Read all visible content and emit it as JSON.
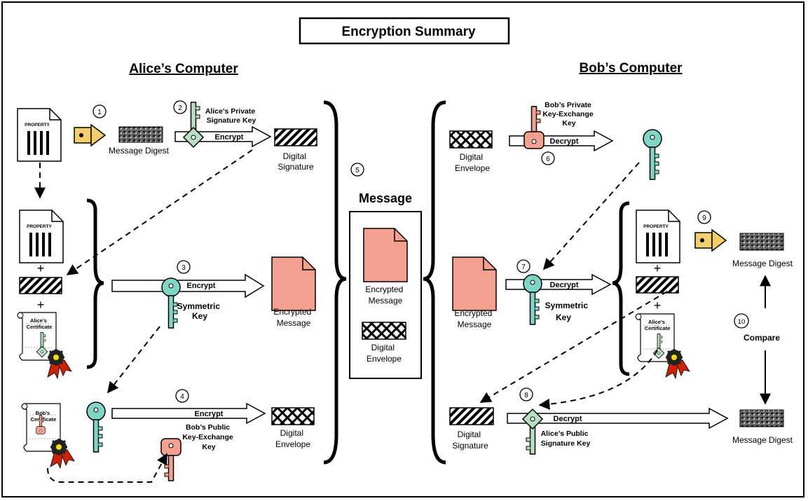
{
  "title": "Encryption Summary",
  "alice": {
    "heading": "Alice’s Computer",
    "doc_label": "PROPERTY",
    "message_digest": "Message Digest",
    "private_key": [
      "Alice’s Private",
      "Signature Key"
    ],
    "encrypt": "Encrypt",
    "digital_signature": [
      "Digital",
      "Signature"
    ],
    "symmetric_key": [
      "Symmetric",
      "Key"
    ],
    "encrypted_message": [
      "Encrypted",
      "Message"
    ],
    "certificate": [
      "Alice’s",
      "Certificate"
    ],
    "bob_certificate": [
      "Bob’s",
      "Certificate"
    ],
    "bob_public_key": [
      "Bob’s Public",
      "Key-Exchange",
      "Key"
    ],
    "digital_envelope": [
      "Digital",
      "Envelope"
    ]
  },
  "message": {
    "heading": "Message",
    "encrypted_message": [
      "Encrypted",
      "Message"
    ],
    "digital_envelope": [
      "Digital",
      "Envelope"
    ]
  },
  "bob": {
    "heading": "Bob’s Computer",
    "doc_label": "PROPERTY",
    "private_key": [
      "Bob’s Private",
      "Key-Exchange",
      "Key"
    ],
    "decrypt": "Decrypt",
    "digital_envelope": [
      "Digital",
      "Envelope"
    ],
    "encrypted_message": [
      "Encrypted",
      "Message"
    ],
    "symmetric_key": [
      "Symmetric",
      "Key"
    ],
    "certificate": [
      "Alice’s",
      "Certificate"
    ],
    "message_digest": "Message Digest",
    "compare": "Compare",
    "digital_signature": [
      "Digital",
      "Signature"
    ],
    "alice_public_key": [
      "Alice’s Public",
      "Signature Key"
    ]
  },
  "steps": [
    "1",
    "2",
    "3",
    "4",
    "5",
    "6",
    "7",
    "8",
    "9",
    "10"
  ],
  "colors": {
    "green_key": "#b8dfc0",
    "teal_key": "#7fd6c6",
    "salmon": "#f4a090",
    "gold": "#f2cf6a",
    "ribbon": "#cc2200"
  }
}
